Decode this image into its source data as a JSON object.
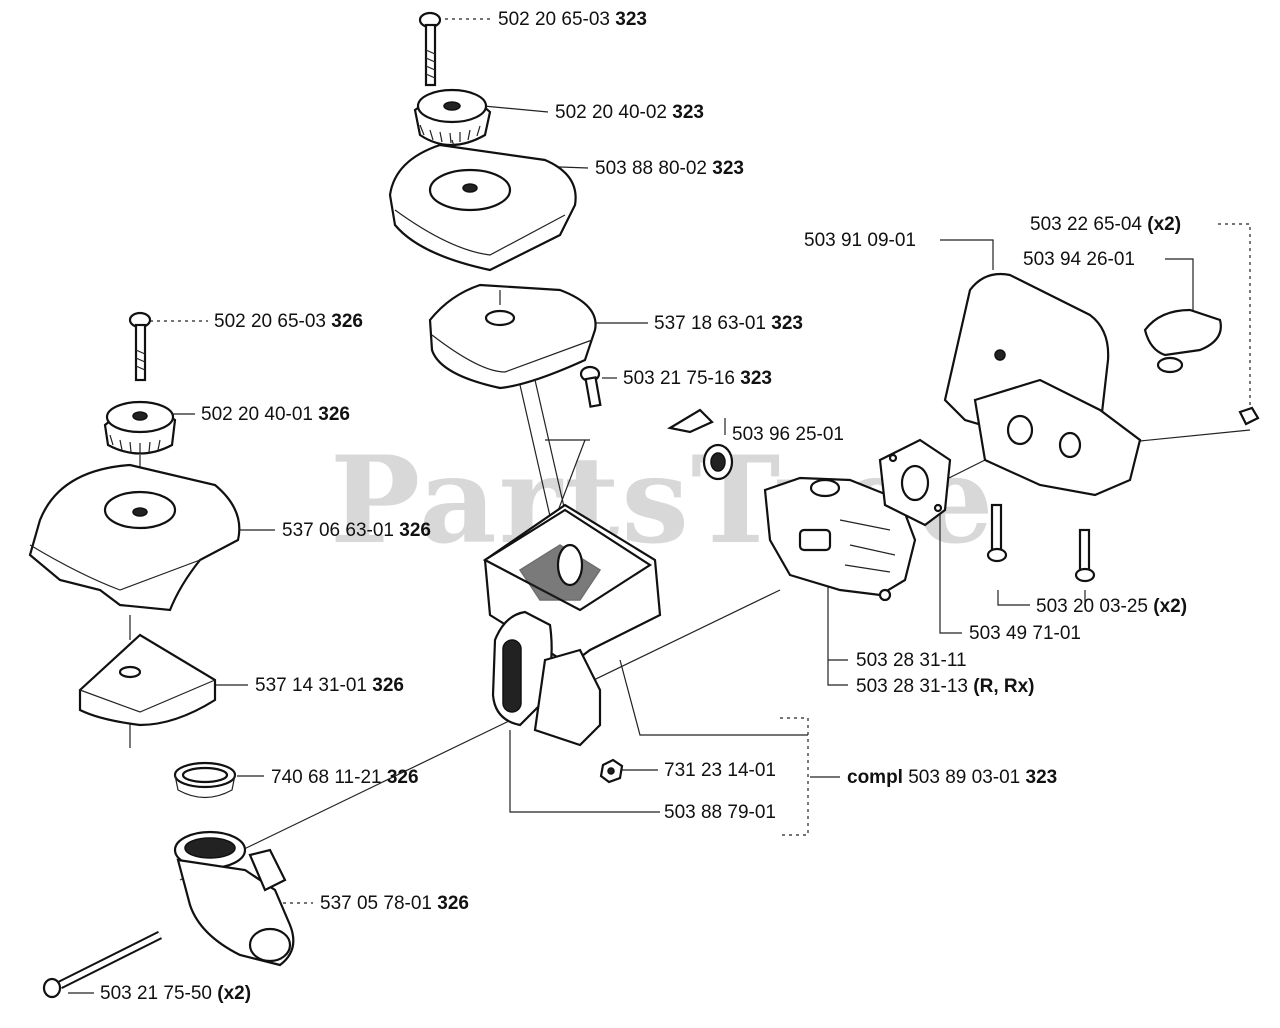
{
  "watermark": "PartsTree",
  "callouts": [
    {
      "id": "c01",
      "num": "502 20 65-03",
      "suffix": "323"
    },
    {
      "id": "c02",
      "num": "502 20 40-02",
      "suffix": "323"
    },
    {
      "id": "c03",
      "num": "503 88 80-02",
      "suffix": "323"
    },
    {
      "id": "c04",
      "num": "537 18 63-01",
      "suffix": "323"
    },
    {
      "id": "c05",
      "num": "503 21 75-16",
      "suffix": "323"
    },
    {
      "id": "c06",
      "num": "503 96 25-01",
      "suffix": ""
    },
    {
      "id": "c07",
      "num": "502 20 65-03",
      "suffix": "326"
    },
    {
      "id": "c08",
      "num": "502 20 40-01",
      "suffix": "326"
    },
    {
      "id": "c09",
      "num": "537 06 63-01",
      "suffix": "326"
    },
    {
      "id": "c10",
      "num": "537 14 31-01",
      "suffix": "326"
    },
    {
      "id": "c11",
      "num": "740 68 11-21",
      "suffix": "326"
    },
    {
      "id": "c12",
      "num": "537 05 78-01",
      "suffix": "326"
    },
    {
      "id": "c13",
      "num": "503 21 75-50",
      "suffix": "(x2)"
    },
    {
      "id": "c14",
      "num": "503 22 65-04",
      "suffix": "(x2)"
    },
    {
      "id": "c15",
      "num": "503 91 09-01",
      "suffix": ""
    },
    {
      "id": "c16",
      "num": "503 94 26-01",
      "suffix": ""
    },
    {
      "id": "c17",
      "num": "503 20 03-25",
      "suffix": "(x2)"
    },
    {
      "id": "c18",
      "num": "503 49 71-01",
      "suffix": ""
    },
    {
      "id": "c19",
      "num": "503 28 31-11",
      "suffix": ""
    },
    {
      "id": "c20",
      "num": "503 28 31-13",
      "suffix": "(R, Rx)"
    },
    {
      "id": "c21",
      "num": "731 23 14-01",
      "suffix": ""
    },
    {
      "id": "c22",
      "num": "503 88 79-01",
      "suffix": ""
    },
    {
      "id": "c23",
      "num": "503 89 03-01",
      "suffix": "323",
      "prefix": "compl"
    }
  ]
}
